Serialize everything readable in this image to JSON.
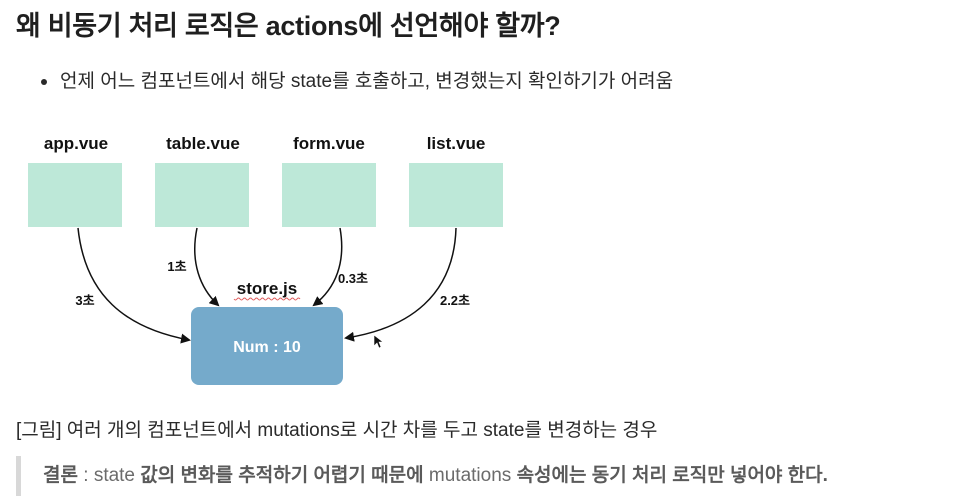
{
  "title": "왜 비동기 처리 로직은 actions에 선언해야 할까?",
  "bullet": "언제 어느 컴포넌트에서 해당 state를 호출하고, 변경했는지 확인하기가 어려움",
  "diagram": {
    "components": [
      {
        "label": "app.vue",
        "delay": "3초"
      },
      {
        "label": "table.vue",
        "delay": "1초"
      },
      {
        "label": "form.vue",
        "delay": "0.3초"
      },
      {
        "label": "list.vue",
        "delay": "2.2초"
      }
    ],
    "store_label": "store.js",
    "store_value": "Num : 10",
    "colors": {
      "component_fill": "#bde8d8",
      "store_fill": "#75aacb",
      "arrow": "#111111"
    }
  },
  "caption": "[그림] 여러 개의 컴포넌트에서 mutations로 시간 차를 두고 state를 변경하는 경우",
  "conclusion": {
    "label": "결론",
    "separator": " : ",
    "text_plain_1": "state ",
    "text_bold_1": "값의 변화를 추적하기 어렵기 때문에",
    "text_plain_2": " mutations ",
    "text_bold_2": "속성에는 동기 처리 로직만 넣어야 한다."
  }
}
